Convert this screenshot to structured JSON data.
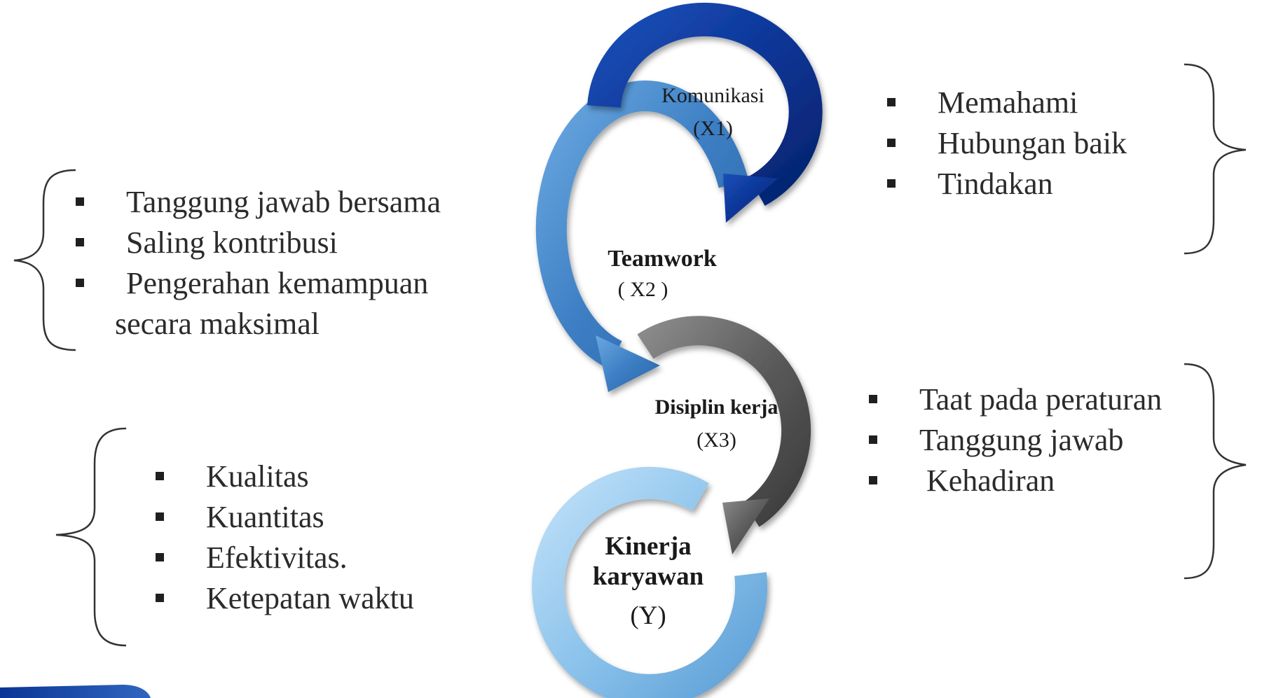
{
  "nodes": {
    "x1": {
      "title": "Komunikasi",
      "code": "(X1)",
      "color": "#0b3596"
    },
    "x2": {
      "title": "Teamwork",
      "code": "( X2 )",
      "color": "#3d7fc4"
    },
    "x3": {
      "title": "Disiplin kerja",
      "code": "(X3)",
      "color": "#5b5b5b"
    },
    "y": {
      "title_line1": "Kinerja",
      "title_line2": "karyawan",
      "code": "(Y)",
      "color": "#8cc3ec"
    }
  },
  "lists": {
    "x1_indicators": [
      "Memahami",
      "Hubungan baik",
      "Tindakan"
    ],
    "x2_indicators": [
      "Tanggung jawab bersama",
      "Saling kontribusi",
      "Pengerahan kemampuan"
    ],
    "x2_indicator_continuation": "secara maksimal",
    "x3_indicators": [
      "Taat pada peraturan",
      "Tanggung jawab",
      "Kehadiran"
    ],
    "y_indicators": [
      "Kualitas",
      "Kuantitas",
      "Efektivitas.",
      "Ketepatan waktu"
    ]
  }
}
